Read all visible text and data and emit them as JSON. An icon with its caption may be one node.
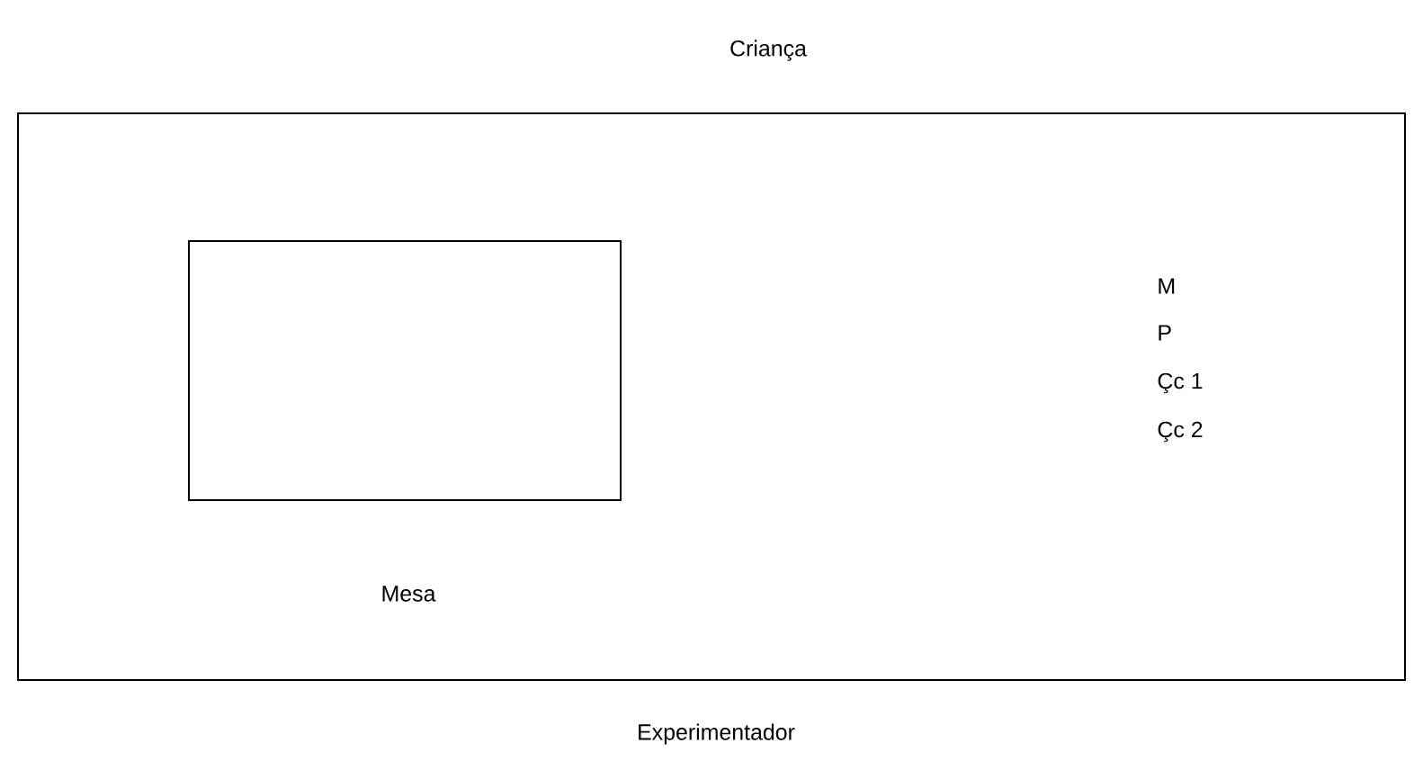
{
  "diagram": {
    "nodes": [
      {
        "text": [],
        "shape": "box"
      },
      {
        "text": [
          "Mesa"
        ],
        "in": 0
      }
    ],
    "labels": [
      "Criança",
      "M",
      "P",
      "Çc 1",
      "Çc 2",
      "Experimentador"
    ]
  }
}
